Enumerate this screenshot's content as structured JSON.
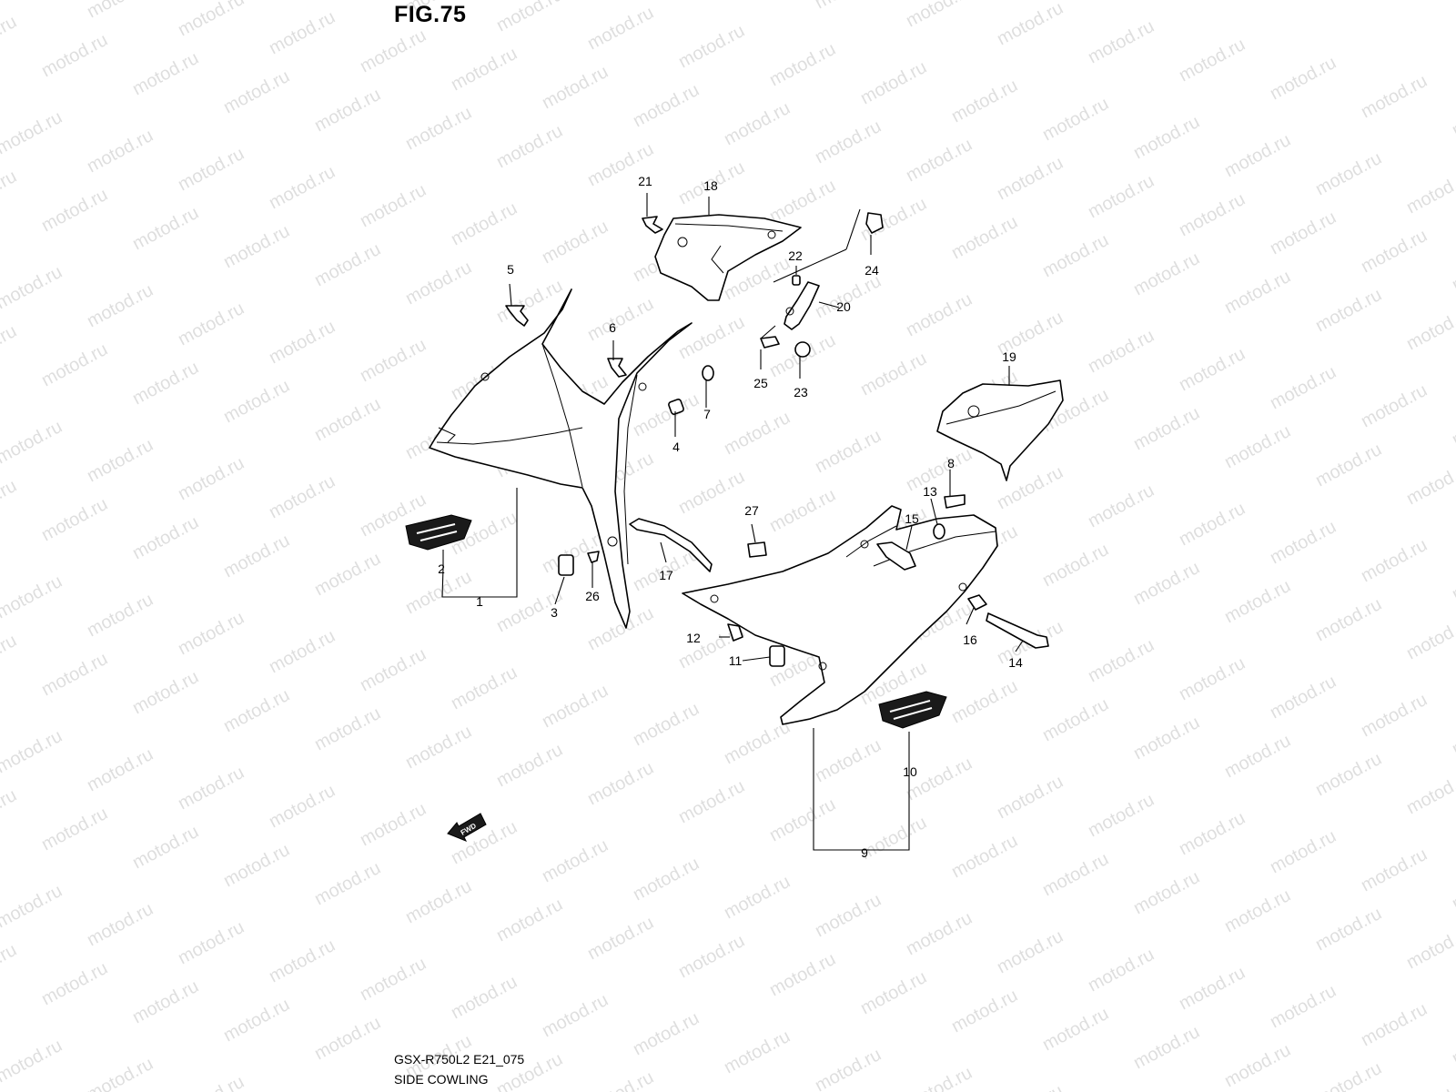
{
  "figure_title": "FIG.75",
  "watermark_text": "motod.ru",
  "footer": {
    "code": "GSX-R750L2 E21_075",
    "name": "SIDE COWLING"
  },
  "fwd_label": "FWD",
  "callouts": [
    "1",
    "2",
    "3",
    "4",
    "5",
    "6",
    "7",
    "8",
    "9",
    "10",
    "11",
    "12",
    "13",
    "14",
    "15",
    "16",
    "17",
    "18",
    "19",
    "20",
    "21",
    "22",
    "23",
    "24",
    "25",
    "26",
    "27"
  ]
}
